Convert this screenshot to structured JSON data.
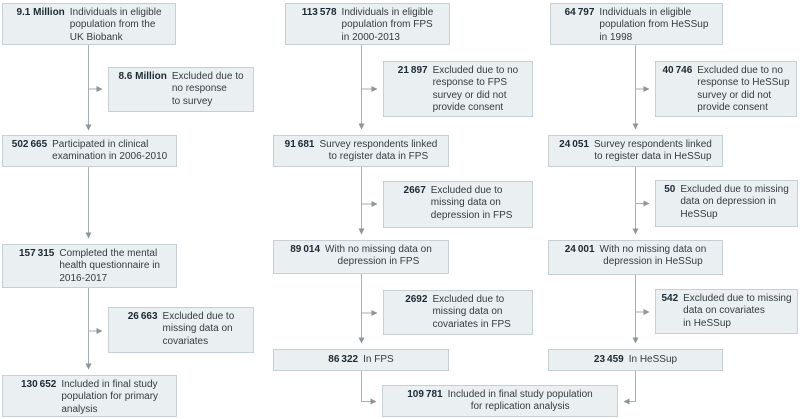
{
  "palette": {
    "box_fill": "#eaeff1",
    "box_border": "#c6d0d4",
    "number_color": "#1d2a33",
    "text_color": "#363b3f",
    "line_color": "#a6aeb2",
    "arrow_color": "#8c969b"
  },
  "boxes": {
    "ukb_top": {
      "number": "9.1 Million",
      "text": "Individuals in eligible\npopulation from the\nUK Biobank"
    },
    "ukb_excl1": {
      "number": "8.6 Million",
      "text": "Excluded due to\nno response\nto survey"
    },
    "ukb_clinical": {
      "number": "502 665",
      "text": "Participated in clinical\nexamination in 2006-2010"
    },
    "ukb_mhq": {
      "number": "157 315",
      "text": "Completed the mental\nhealth questionnaire in\n2016-2017"
    },
    "ukb_excl2": {
      "number": "26 663",
      "text": "Excluded due to\nmissing data on\ncovariates"
    },
    "ukb_final": {
      "number": "130 652",
      "text": "Included in final study\npopulation for primary\nanalysis"
    },
    "fps_top": {
      "number": "113 578",
      "text": "Individuals in eligible\npopulation from FPS\nin 2000-2013"
    },
    "fps_excl1": {
      "number": "21 897",
      "text": "Excluded due to no\nresponse to FPS\nsurvey or did not\nprovide consent"
    },
    "fps_linked": {
      "number": "91 681",
      "text": "Survey respondents linked\nto register data in FPS"
    },
    "fps_excl2": {
      "number": "2667",
      "text": "Excluded due to\nmissing data on\ndepression in FPS"
    },
    "fps_nomiss": {
      "number": "89 014",
      "text": "With no missing data on\ndepression in FPS"
    },
    "fps_excl3": {
      "number": "2692",
      "text": "Excluded due to\nmissing data on\ncovariates in FPS"
    },
    "fps_final": {
      "number": "86 322",
      "text": "In FPS"
    },
    "hessup_top": {
      "number": "64 797",
      "text": "Individuals in eligible\npopulation from HeSSup\nin 1998"
    },
    "hessup_excl1": {
      "number": "40 746",
      "text": "Excluded due to no\nresponse to HeSSup\nsurvey or did not\nprovide consent"
    },
    "hessup_linked": {
      "number": "24 051",
      "text": "Survey respondents linked\nto register data in HeSSup"
    },
    "hessup_excl2": {
      "number": "50",
      "text": "Excluded due to missing\ndata on depression in\nHeSSup"
    },
    "hessup_nomiss": {
      "number": "24 001",
      "text": "With no missing data on\ndepression in HeSSup"
    },
    "hessup_excl3": {
      "number": "542",
      "text": "Excluded due to missing\ndata on covariates\nin HeSSup"
    },
    "hessup_final": {
      "number": "23 459",
      "text": "In HeSSup"
    },
    "replication": {
      "number": "109 781",
      "text": "Included in final study population\nfor replication analysis"
    }
  }
}
